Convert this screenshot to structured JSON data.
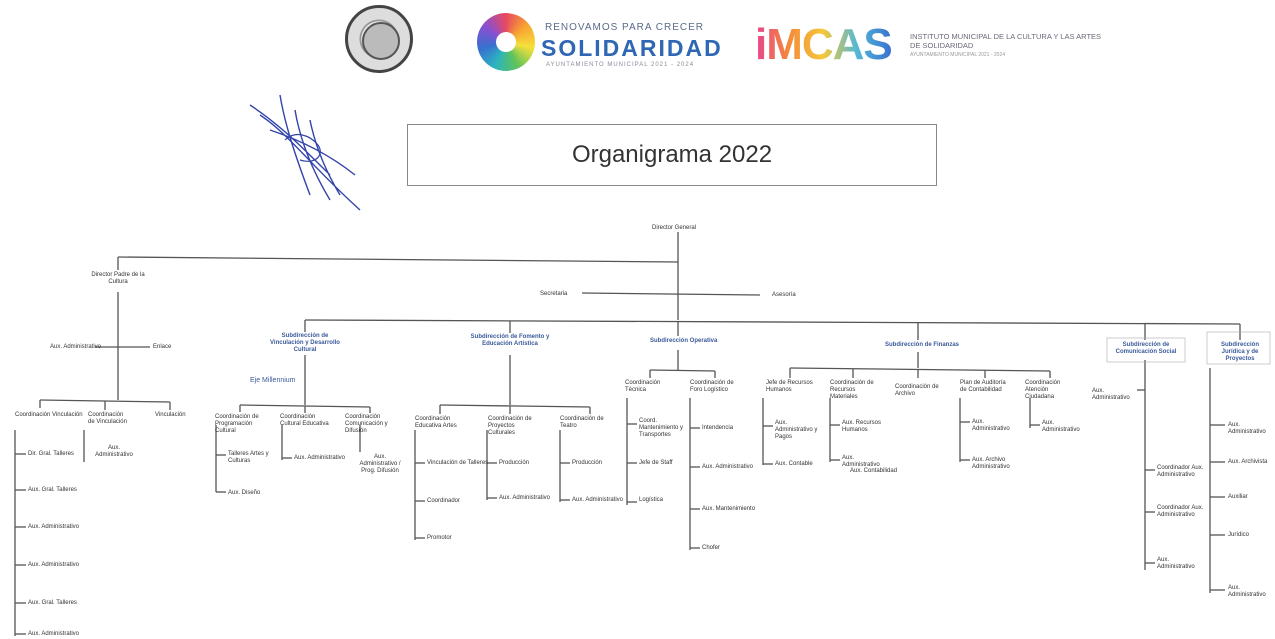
{
  "logos": {
    "seal_icon": "municipal-seal-icon",
    "solidaridad_top": "RENOVAMOS PARA CRECER",
    "solidaridad_main": "SOLIDARIDAD",
    "solidaridad_sub": "AYUNTAMIENTO MUNICIPAL 2021 - 2024",
    "imcas_main": "iMCAS",
    "imcas_text": "INSTITUTO MUNICIPAL DE LA CULTURA Y LAS ARTES DE SOLIDARIDAD",
    "imcas_small": "AYUNTAMIENTO MUNICIPAL 2021 - 2024"
  },
  "title": "Organigrama 2022",
  "org": {
    "director": "Director General",
    "left_branch": "Director Padre de la Cultura",
    "secretaria": "Secretaria",
    "asesoria": "Asesoría",
    "aux_admin_left": "Aux. Administrativo",
    "enlace": "Enlace",
    "left_sub": [
      "Coordinación Vinculación",
      "Coordinación de Vinculación",
      "Vinculación"
    ],
    "left_list": [
      "Dir. Gral. Talleres",
      "Aux. Gral. Talleres",
      "Aux. Administrativo",
      "Aux. Administrativo",
      "Aux. Gral. Talleres",
      "Aux. Administrativo"
    ],
    "aux_admin_middle": "Aux. Administrativo",
    "sub1": "Subdirección de Vinculación y Desarrollo Cultural",
    "sub1_blue": "Eje Millennium",
    "sub1_children": [
      "Coordinación de Programación Cultural",
      "Coordinación Cultural Educativa",
      "Coordinación Comunicación y Difusión"
    ],
    "sub1_leaves": [
      "Talleres Artes y Culturas",
      "Aux. Diseño",
      "Aux. Administrativo",
      "Aux. Administrativo / Prog. Difusión"
    ],
    "sub2": "Subdirección de Fomento y Educación Artística",
    "sub2_children": [
      "Coordinación Educativa Artes",
      "Coordinación de Proyectos Culturales",
      "Coordinación de Teatro"
    ],
    "sub2_leaves": [
      "Vinculación de Talleres",
      "Coordinador",
      "Promotor",
      "Producción",
      "Aux. Administrativo",
      "Producción",
      "Aux. Administrativo"
    ],
    "sub3": "Subdirección Operativa",
    "sub3_children": [
      "Coordinación Técnica",
      "Coordinación de Foro Logístico"
    ],
    "sub3_leaves": [
      "Coord. Mantenimiento y Transportes",
      "Jefe de Staff",
      "Logística",
      "Intendencia",
      "Aux. Administrativo",
      "Aux. Mantenimiento",
      "Chofer"
    ],
    "sub4": "Subdirección de Finanzas",
    "sub4_children": [
      "Jefe de Recursos Humanos",
      "Coordinación de Recursos Materiales",
      "Coordinación de Archivo",
      "Plan de Auditoría de Contabilidad",
      "Coordinación Atención Ciudadana"
    ],
    "sub4_leaves": [
      "Aux. Administrativo y Pagos",
      "Aux. Contable",
      "Aux. Recursos Humanos",
      "Aux. Administrativo",
      "Aux. Administrativo",
      "Aux. Archivo Administrativo",
      "Aux. Administrativo",
      "Aux. Contabilidad"
    ],
    "sub5": "Subdirección de Comunicación Social",
    "sub5_leaves": [
      "Aux. Administrativo",
      "Coordinador Aux. Administrativo",
      "Coordinador Aux. Administrativo",
      "Aux. Administrativo"
    ],
    "sub6": "Subdirección Jurídica y de Proyectos",
    "sub6_leaves": [
      "Aux. Administrativo",
      "Aux. Archivista",
      "Auxiliar",
      "Jurídico",
      "Aux. Administrativo"
    ]
  }
}
